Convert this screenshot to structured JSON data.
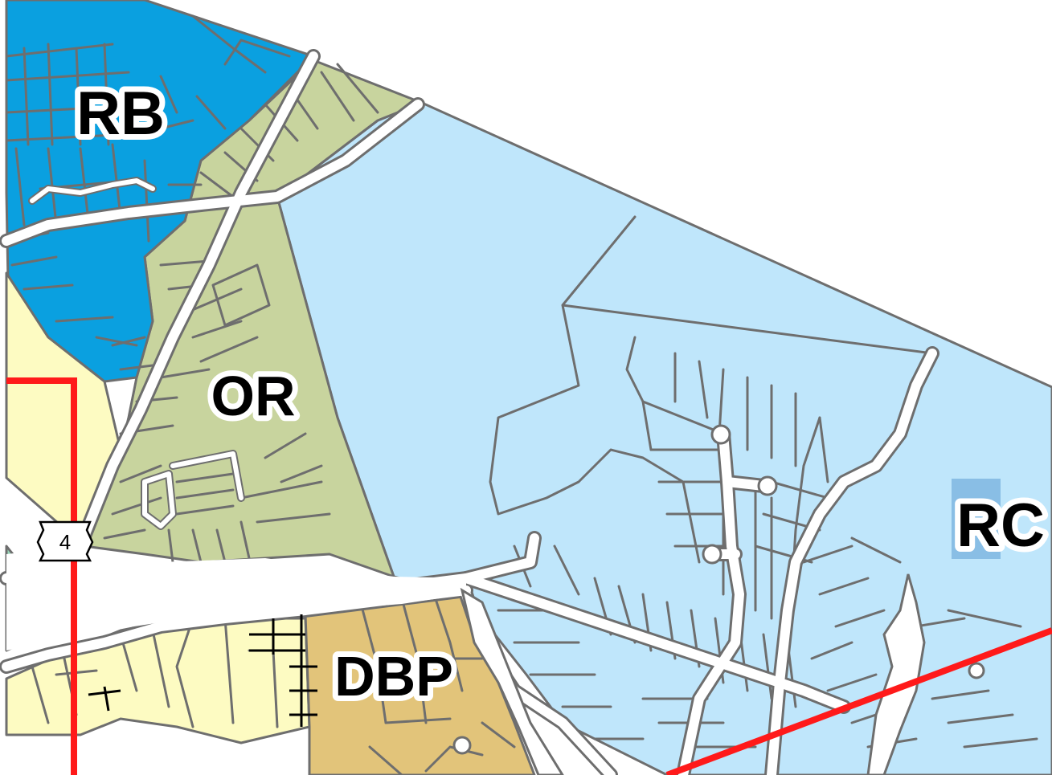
{
  "map": {
    "zones": [
      {
        "code": "RB",
        "fill": "#0aa0e0"
      },
      {
        "code": "OR",
        "fill": "#c8d49e"
      },
      {
        "code": "RC",
        "fill": "#bfe6fb"
      },
      {
        "code": "DBP",
        "fill": "#e2c47a"
      }
    ],
    "other_fills": {
      "light_yellow": "#fdfbc2",
      "teal_green": "#96d4b8",
      "road": "#ffffff",
      "parcel_line": "#6e6e6e",
      "boundary": "#ff1a1a"
    },
    "route_shield": {
      "number": "4"
    }
  }
}
